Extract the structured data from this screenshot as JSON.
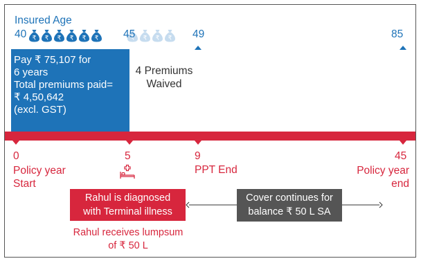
{
  "colors": {
    "blue": "#1e73b8",
    "light_blue": "#c6dcef",
    "red": "#d7263d",
    "dark_grey": "#555555",
    "text_grey": "#333333"
  },
  "top": {
    "title": "Insured Age",
    "ages": {
      "a40": "40",
      "a45": "45",
      "a49": "49",
      "a85": "85"
    },
    "paid_bag_count": 6,
    "waived_bag_count": 4,
    "bag_icon": "money-bag-rupee-icon",
    "marker_icon": "triangle-up-icon"
  },
  "pay_box": {
    "line1": "Pay ₹ 75,107 for",
    "line2": "6 years",
    "line3": "Total premiums paid=",
    "line4": "₹ 4,50,642",
    "line5": "(excl. GST)"
  },
  "waived": {
    "line1": "4 Premiums",
    "line2": "Waived"
  },
  "timeline": {
    "years": {
      "y0": "0",
      "y5": "5",
      "y9": "9",
      "y45": "45"
    },
    "start_line1": "Policy year",
    "start_line2": "Start",
    "ppt_end": "PPT End",
    "end_line1": "Policy year",
    "end_line2": "end",
    "marker_icon": "triangle-down-icon"
  },
  "event": {
    "icon": "hospital-bed-icon",
    "diagnosis_line1": "Rahul is diagnosed",
    "diagnosis_line2": "with Terminal illness",
    "lumpsum_line1": "Rahul receives lumpsum",
    "lumpsum_line2": "of ₹ 50 L"
  },
  "cover": {
    "line1": "Cover continues for",
    "line2": "balance ₹ 50 L SA"
  }
}
